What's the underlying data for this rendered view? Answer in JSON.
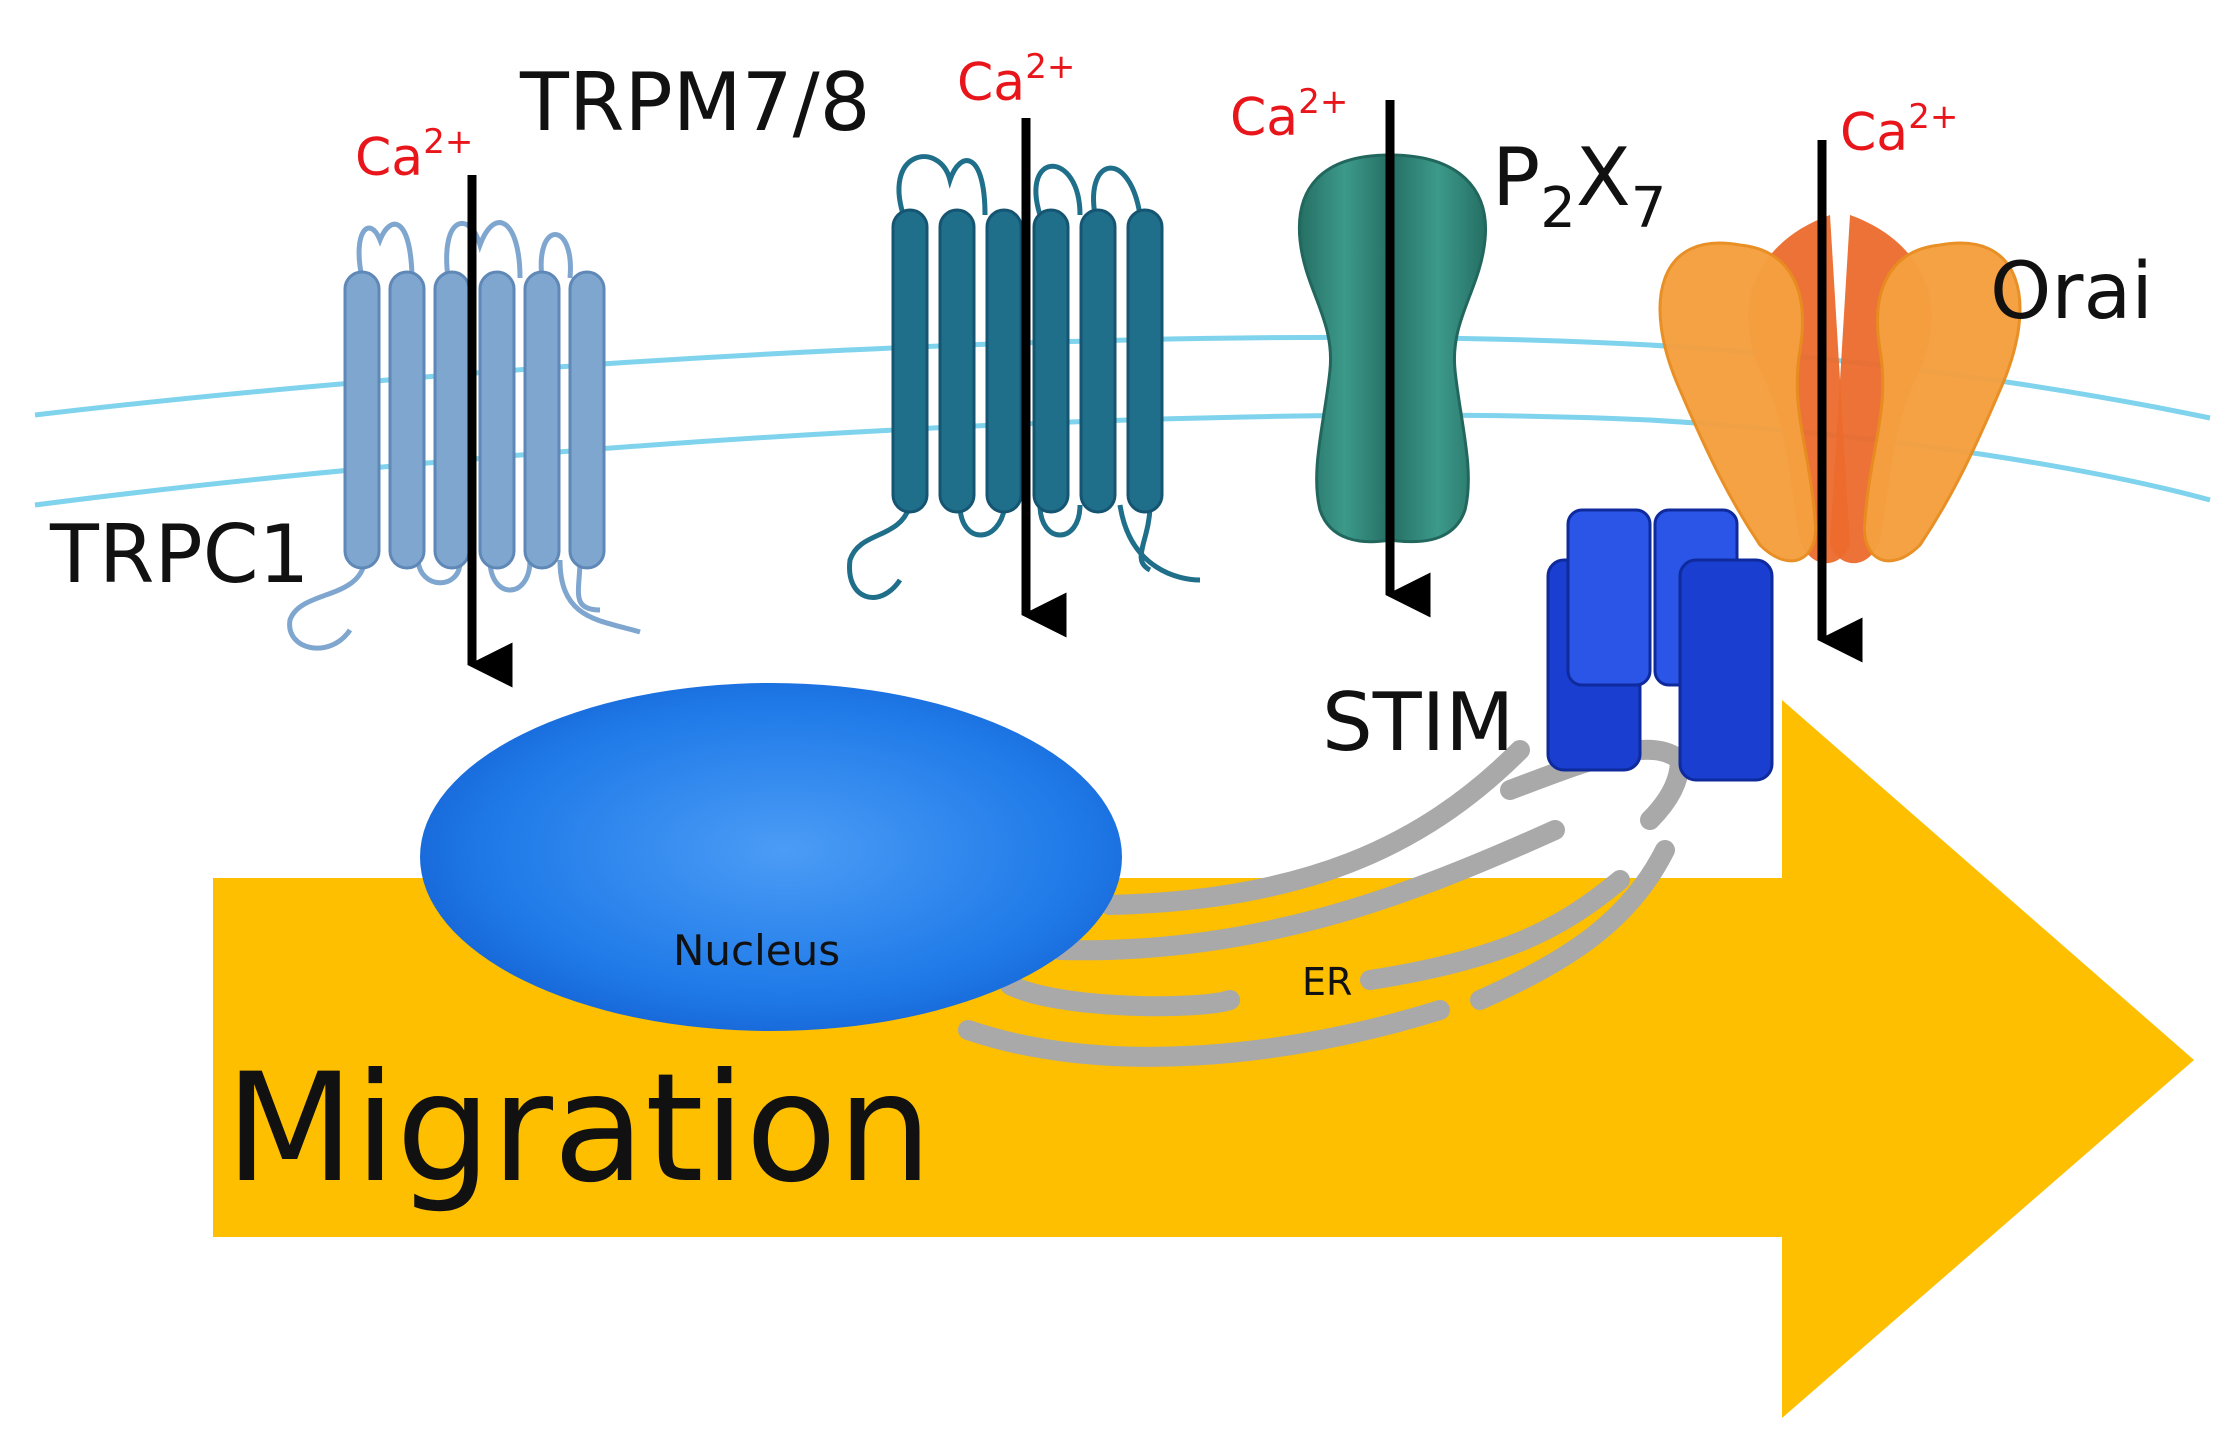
{
  "labels": {
    "trpc1": "TRPC1",
    "trpm": "TRPM7/8",
    "p2x7_base": "P",
    "p2x7_sub1": "2",
    "p2x7_mid": "X",
    "p2x7_sub2": "7",
    "orai": "Orai",
    "stim": "STIM",
    "nucleus": "Nucleus",
    "er": "ER",
    "migration": "Migration"
  },
  "calcium": {
    "base": "Ca",
    "charge": "2+"
  },
  "colors": {
    "membrane": "#7fd3ec",
    "trpc1": "#7fa6cf",
    "trpm": "#1f6f8b",
    "p2x7": "#2f8a7c",
    "orai_outer": "#f5a040",
    "orai_inner": "#ec6a2c",
    "stim": "#1a3fd0",
    "nucleus": "#1a74e6",
    "er": "#a9a9a9",
    "arrow": "#fdbf00",
    "ion": "#e8151b"
  }
}
